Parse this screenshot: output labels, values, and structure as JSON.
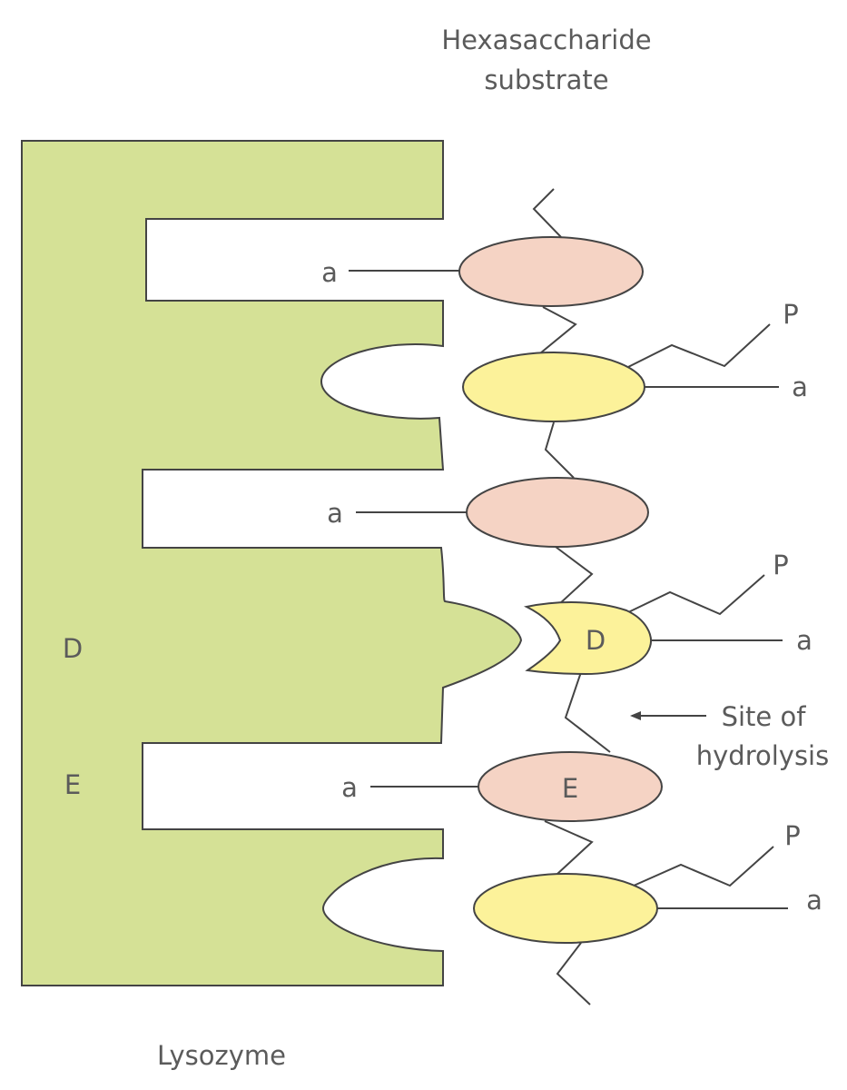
{
  "labels": {
    "substrate_line1": "Hexasaccharide",
    "substrate_line2": "substrate",
    "enzyme": "Lysozyme",
    "hydrolysis_line1": "Site of",
    "hydrolysis_line2": "hydrolysis"
  },
  "enzyme_sites": [
    {
      "label": "D"
    },
    {
      "label": "E"
    }
  ],
  "sugar_units": [
    {
      "index": 1,
      "shape": "ellipse",
      "color": "#f5d3c4",
      "inner_label": "",
      "side_groups": [
        "a"
      ]
    },
    {
      "index": 2,
      "shape": "ellipse",
      "color": "#fcf29a",
      "inner_label": "",
      "side_groups": [
        "P",
        "a"
      ]
    },
    {
      "index": 3,
      "shape": "ellipse",
      "color": "#f5d3c4",
      "inner_label": "",
      "side_groups": [
        "a"
      ]
    },
    {
      "index": 4,
      "shape": "distorted",
      "color": "#fcf29a",
      "inner_label": "D",
      "side_groups": [
        "P",
        "a"
      ]
    },
    {
      "index": 5,
      "shape": "ellipse",
      "color": "#f5d3c4",
      "inner_label": "E",
      "side_groups": [
        "a"
      ]
    },
    {
      "index": 6,
      "shape": "ellipse",
      "color": "#fcf29a",
      "inner_label": "",
      "side_groups": [
        "P",
        "a"
      ]
    }
  ],
  "colors": {
    "enzyme": "#d5e196",
    "nag": "#f5d3c4",
    "nam": "#fcf29a",
    "outline": "#444444",
    "text": "#5b5b5b"
  }
}
